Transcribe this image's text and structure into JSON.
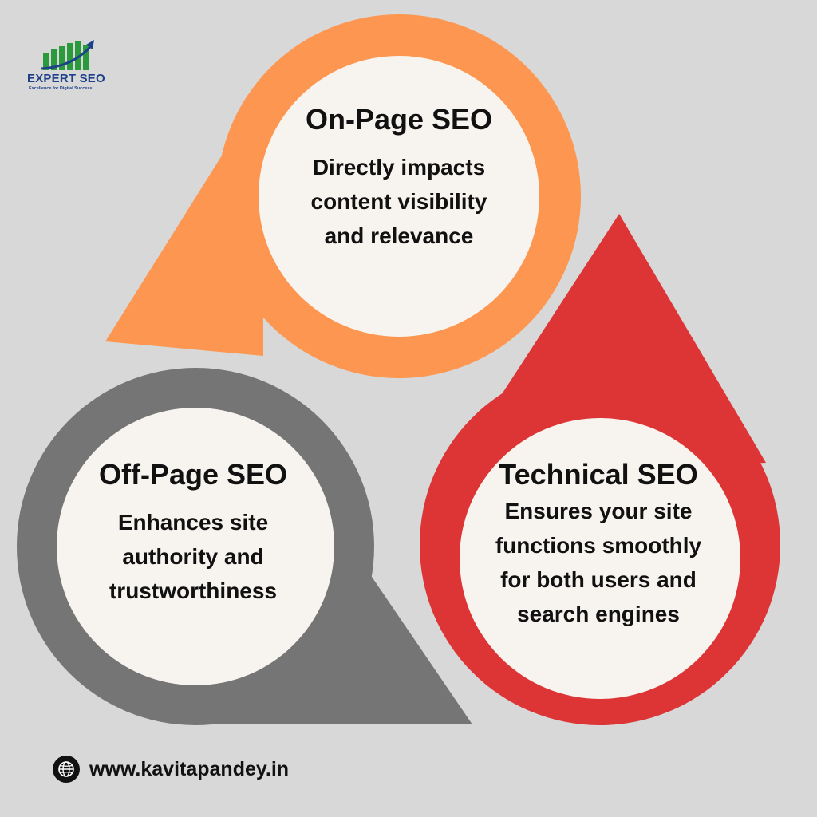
{
  "brand": {
    "name": "EXPERT SEO",
    "tagline": "Excellence for Digital Success",
    "icon": "growth-bars-arrow-icon"
  },
  "colors": {
    "background": "#d8d8d8",
    "on_page": "#fd9650",
    "off_page": "#757575",
    "technical": "#dd3535",
    "inner_circle": "#f7f3ee",
    "brand_blue": "#1e3f8a",
    "brand_green": "#2a9a3d"
  },
  "segments": {
    "on_page": {
      "title": "On-Page SEO",
      "description_lines": [
        "Directly impacts",
        "content visibility",
        "and relevance"
      ]
    },
    "off_page": {
      "title": "Off-Page SEO",
      "description_lines": [
        "Enhances site",
        "authority and",
        "trustworthiness"
      ]
    },
    "technical": {
      "title": "Technical SEO",
      "description_lines": [
        "Ensures your site",
        "functions smoothly",
        "for both users and",
        "search engines"
      ]
    }
  },
  "footer": {
    "url": "www.kavitapandey.in",
    "icon": "globe-icon"
  }
}
